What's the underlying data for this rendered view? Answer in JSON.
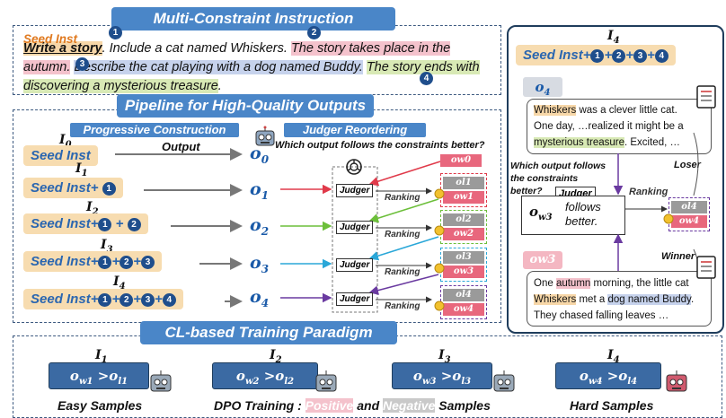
{
  "top": {
    "title": "Multi-Constraint Instruction",
    "seed_label": "Seed Inst",
    "seg_write": "Write a story",
    "seg_cat": ". Include a cat named Whiskers.",
    "seg_place": "The story takes place in the autumn.",
    "seg_describe": "Describe the cat playing with a dog named Buddy.",
    "seg_end": "The story ends with discovering a mysterious treasure",
    "seg_period": ".",
    "num1": "1",
    "num2": "2",
    "num3": "3",
    "num4": "4"
  },
  "pipeline": {
    "title": "Pipeline for High-Quality Outputs",
    "progressive": "Progressive Construction",
    "judger_reorder": "Judger Reordering",
    "output_label": "Output",
    "question": "Which output follows the constraints better?",
    "seed": "Seed Inst",
    "plus": "+",
    "i0": "I",
    "i0s": "0",
    "i1": "I",
    "i1s": "1",
    "i2": "I",
    "i2s": "2",
    "i3": "I",
    "i3s": "3",
    "i4": "I",
    "i4s": "4",
    "o": "o",
    "o0s": "0",
    "o1s": "1",
    "o2s": "2",
    "o3s": "3",
    "o4s": "4",
    "judger": "Judger",
    "ranking": "Ranking",
    "ow0": "ow0",
    "pairs": [
      [
        "ol1",
        "ow1"
      ],
      [
        "ol2",
        "ow2"
      ],
      [
        "ol3",
        "ow3"
      ],
      [
        "ol4",
        "ow4"
      ]
    ]
  },
  "right": {
    "i4": "I",
    "i4s": "4",
    "seed_full": "Seed Inst",
    "o4": "o",
    "o4s": "4",
    "text1_a": "Whiskers",
    "text1_b": " was a clever little cat.",
    "text1_c": "One day, …realized it might be a",
    "text1_d": "mysterious treasure",
    "text1_e": ". Excited, …",
    "question": "Which output follows the constraints better?",
    "judger": "Judger",
    "ranking": "Ranking",
    "loser": "Loser",
    "winner": "Winner",
    "verdict_o": "o",
    "verdict_s": "w3",
    "verdict_text": "follows better.",
    "ol4": "ol4",
    "ow4": "ow4",
    "ow3": "ow3",
    "text2_a": "One ",
    "text2_b": "autumn",
    "text2_c": " morning, the little cat",
    "text2_d": "Whiskers",
    "text2_e": " met a ",
    "text2_f": "dog named Buddy",
    "text2_g": ".",
    "text2_h": "They chased falling leaves …"
  },
  "bottom": {
    "title": "CL-based Training Paradigm",
    "items": [
      {
        "i": "I",
        "s": "1",
        "w": "w1",
        "l": "l1"
      },
      {
        "i": "I",
        "s": "2",
        "w": "w2",
        "l": "l2"
      },
      {
        "i": "I",
        "s": "3",
        "w": "w3",
        "l": "l3"
      },
      {
        "i": "I",
        "s": "4",
        "w": "w4",
        "l": "l4"
      }
    ],
    "easy": "Easy Samples",
    "dpo": "DPO Training :",
    "positive": "Positive",
    "and": " and ",
    "negative": "Negative",
    "samples": " Samples",
    "hard": "Hard Samples"
  },
  "colors": {
    "accent": "#4a86c8",
    "pink": "#e8677d",
    "gray": "#9a9a9a",
    "seed_bg": "#f7dcb0"
  }
}
